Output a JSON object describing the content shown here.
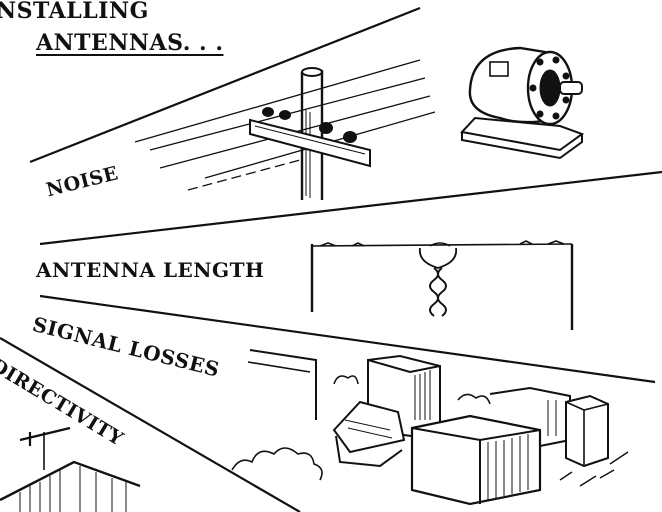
{
  "heading": {
    "line1": "NSTALLING",
    "line2": "ANTENNAS. . ."
  },
  "sections": {
    "noise": "NOISE",
    "antenna_length": "ANTENNA LENGTH",
    "signal_losses": "SIGNAL LOSSES",
    "directivity": "DIRECTIVITY"
  }
}
